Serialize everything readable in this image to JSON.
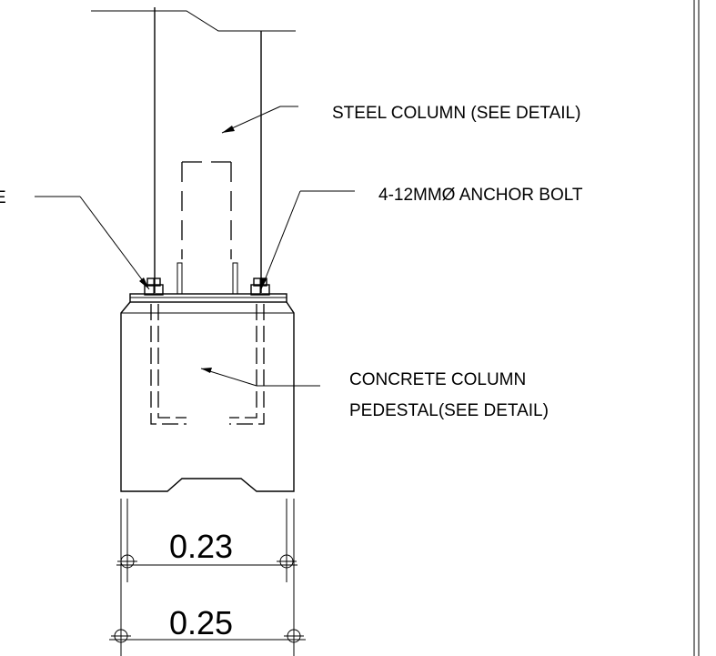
{
  "labels": {
    "steel_column": "STEEL COLUMN (SEE DETAIL)",
    "anchor_bolt": "4-12MMØ ANCHOR BOLT",
    "pedestal_line1": "CONCRETE COLUMN",
    "pedestal_line2": "PEDESTAL(SEE DETAIL)",
    "cut_label": "E"
  },
  "dimensions": {
    "inner": "0.23",
    "outer": "0.25"
  }
}
